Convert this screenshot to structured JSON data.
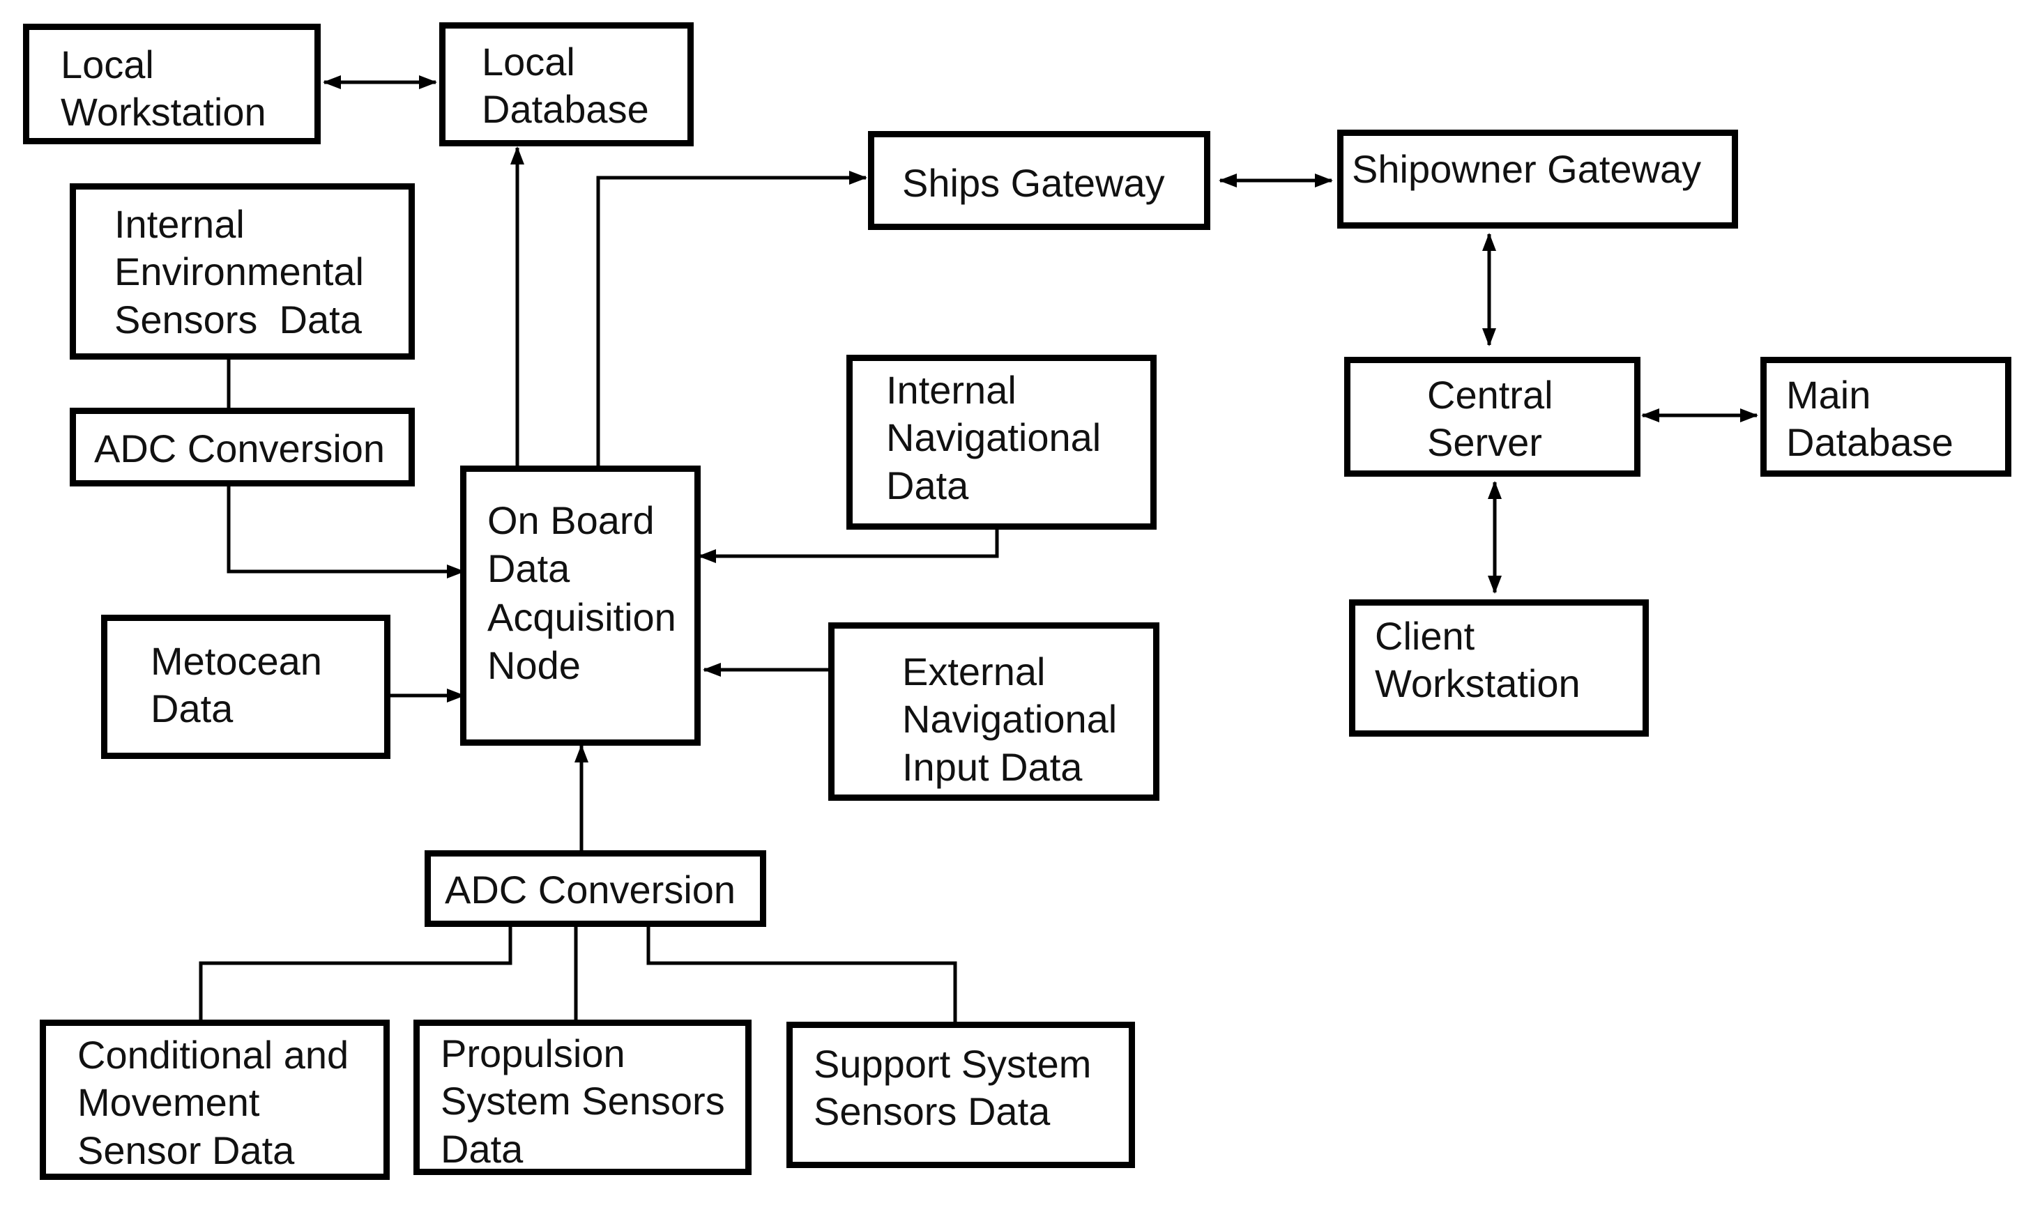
{
  "diagram": {
    "nodes": {
      "local_workstation": "Local\nWorkstation",
      "local_database": "Local\nDatabase",
      "ships_gateway": "Ships Gateway",
      "shipowner_gateway": "Shipowner Gateway",
      "internal_env_sensors": "Internal\nEnvironmental\nSensors  Data",
      "adc_conversion_top": "ADC Conversion",
      "onboard_node": "On Board\nData\nAcquisition\nNode",
      "internal_nav_data": "Internal\nNavigational\nData",
      "central_server": "Central\nServer",
      "main_database": "Main\nDatabase",
      "client_workstation": "Client\nWorkstation",
      "metocean_data": "Metocean\nData",
      "external_nav_input": "External\nNavigational\nInput Data",
      "adc_conversion_bottom": "ADC Conversion",
      "conditional_movement": "Conditional and\nMovement\nSensor Data",
      "propulsion_sensors": "Propulsion\nSystem Sensors\nData",
      "support_system_sensors": "Support System\nSensors Data"
    },
    "line_color": "#000000"
  }
}
